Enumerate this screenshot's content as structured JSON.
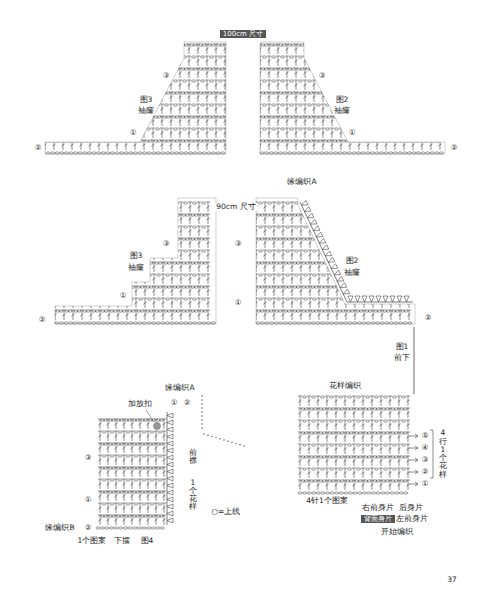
{
  "diagram": {
    "nodes": [
      {
        "text": [
          "100cm 尺寸"
        ]
      },
      {
        "text": [
          "背面身片"
        ]
      }
    ],
    "labels": [
      "③",
      "③",
      "图3",
      "袖窿",
      "图2",
      "袖窿",
      "①",
      "①",
      "②",
      "②",
      "缘编织A",
      "90cm 尺寸",
      "③",
      "③",
      "图3",
      "袖窿",
      "图2",
      "袖窿",
      "①",
      "①",
      "②",
      "②",
      "图1",
      "前下",
      "花样编织",
      "缘编织A",
      "加放扣",
      "①",
      "②",
      "⑤",
      "④",
      "4行1个花样",
      "③",
      "③",
      "前襟",
      "②",
      "①",
      "1个花样",
      "①",
      "4针1个图案",
      "右前身片",
      "后身片",
      "○=上线",
      "左前身片",
      "缘编织B",
      "②",
      "开始编织",
      "1个图案",
      "下摆",
      "图4",
      "37"
    ]
  }
}
